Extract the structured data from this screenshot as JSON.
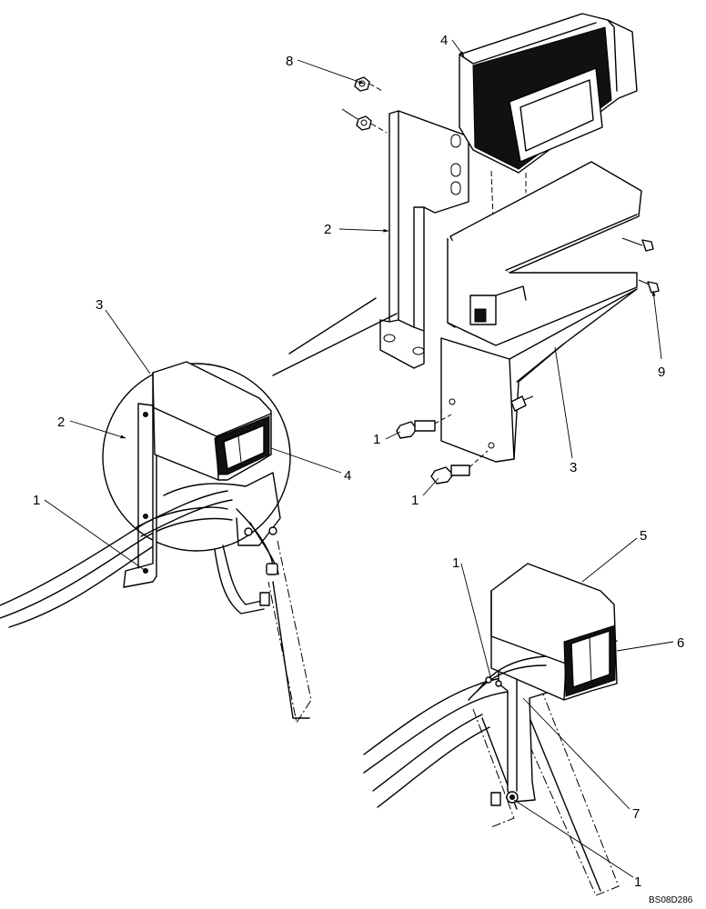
{
  "callouts": {
    "c1a": "1",
    "c1b": "1",
    "c1c": "1",
    "c1d": "1",
    "c1e": "1",
    "c2a": "2",
    "c2b": "2",
    "c3a": "3",
    "c3b": "3",
    "c4a": "4",
    "c4b": "4",
    "c5": "5",
    "c6": "6",
    "c7": "7",
    "c8": "8",
    "c9": "9"
  },
  "drawing_code": "BS08D286"
}
